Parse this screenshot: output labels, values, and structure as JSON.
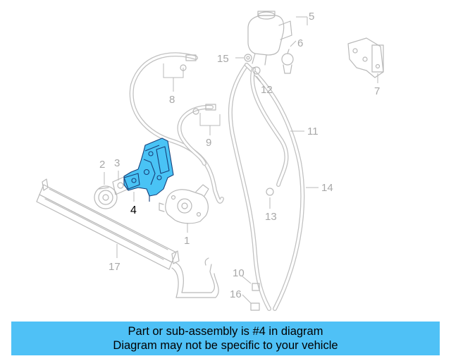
{
  "banner": {
    "line1": "Part or sub-assembly is #4 in diagram",
    "line2": "Diagram may not be specific to your vehicle"
  },
  "highlight_color": "#4fc1f6",
  "callouts": [
    "1",
    "2",
    "3",
    "4",
    "5",
    "6",
    "7",
    "8",
    "9",
    "10",
    "11",
    "12",
    "13",
    "14",
    "15",
    "16",
    "17"
  ],
  "highlighted_part": "4"
}
